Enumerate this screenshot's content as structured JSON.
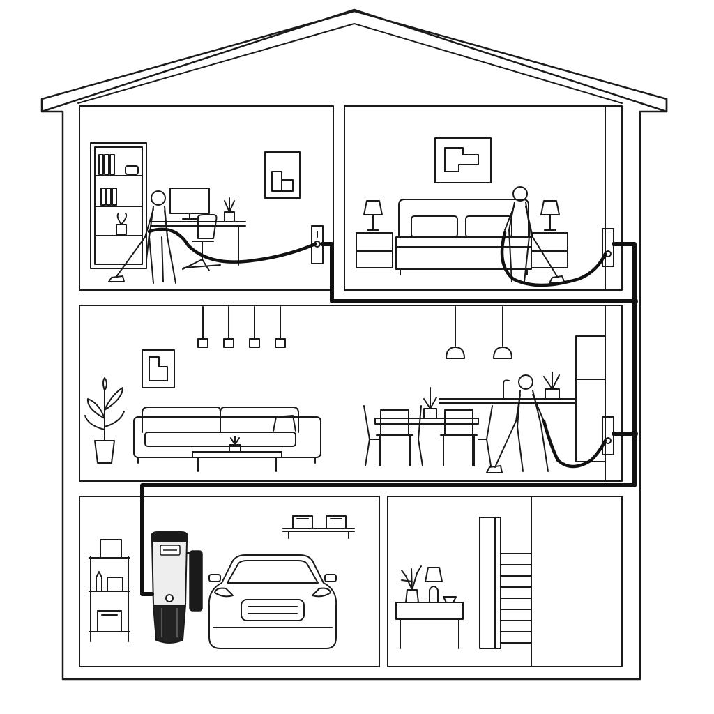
{
  "diagram": {
    "rooms": [
      {
        "id": "home-office",
        "floor": "upper"
      },
      {
        "id": "bedroom",
        "floor": "upper"
      },
      {
        "id": "living-dining",
        "floor": "main"
      },
      {
        "id": "garage",
        "floor": "lower"
      },
      {
        "id": "entry-stairs",
        "floor": "lower"
      }
    ],
    "inlets": 3,
    "people_vacuuming": 3,
    "power_unit_location": "garage"
  },
  "colors": {
    "line": "#1a1a1a",
    "pipe": "#111111",
    "background": "#ffffff",
    "canister_body": "#eeeeee",
    "canister_base": "#222222"
  },
  "icons": [
    "house-outline",
    "central-vacuum-unit",
    "car",
    "wall-inlet",
    "vacuum-hose",
    "person-vacuuming"
  ]
}
